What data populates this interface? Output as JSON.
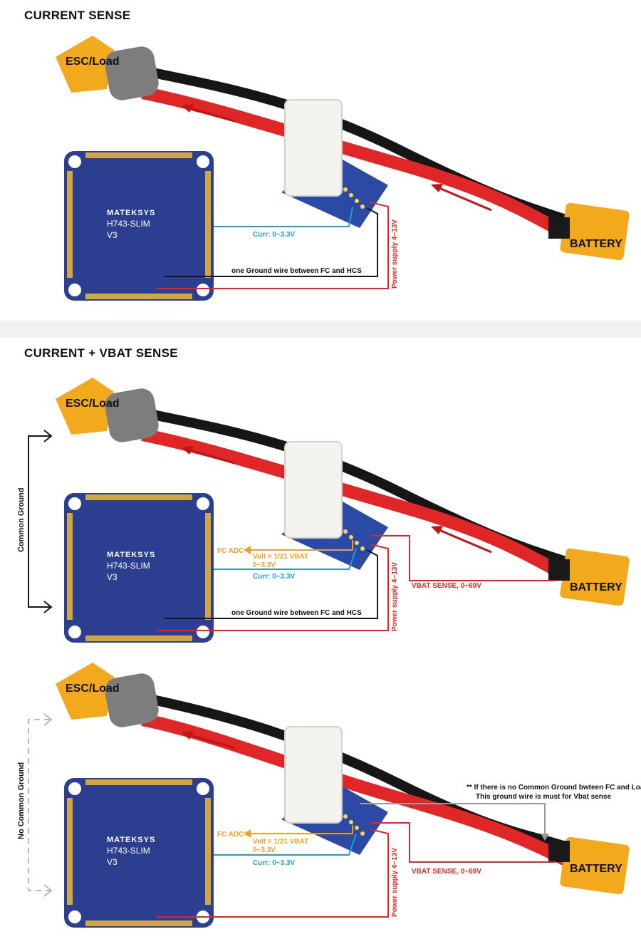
{
  "sections": [
    {
      "heading": "CURRENT SENSE",
      "esc_label": "ESC/Load",
      "battery_label": "BATTERY",
      "fc_brand": "MATEKSYS",
      "fc_model": "H743-SLIM",
      "fc_version": "V3",
      "curr_label": "Curr: 0~3.3V",
      "ground_label": "one Ground wire between FC and HCS",
      "power_label": "Power supply 4~13V"
    },
    {
      "heading": "CURRENT + VBAT SENSE",
      "esc_label": "ESC/Load",
      "battery_label": "BATTERY",
      "fc_brand": "MATEKSYS",
      "fc_model": "H743-SLIM",
      "fc_version": "V3",
      "fc_adc_label": "FC ADC",
      "volt_label_line1": "Volt = 1/21 VBAT",
      "volt_label_line2": "0~3.3V",
      "curr_label": "Curr: 0~3.3V",
      "ground_label": "one Ground wire between FC and HCS",
      "power_label": "Power supply 4~13V",
      "vbat_label": "VBAT SENSE, 0~69V",
      "common_ground_label": "Common Ground"
    },
    {
      "esc_label": "ESC/Load",
      "battery_label": "BATTERY",
      "fc_brand": "MATEKSYS",
      "fc_model": "H743-SLIM",
      "fc_version": "V3",
      "fc_adc_label": "FC ADC",
      "volt_label_line1": "Volt = 1/21 VBAT",
      "volt_label_line2": "0~3.3V",
      "curr_label": "Curr: 0~3.3V",
      "power_label": "Power supply 4~13V",
      "vbat_label": "VBAT SENSE, 0~69V",
      "no_common_ground_label": "No Common Ground",
      "note_line1": "** If there is no Common Ground bwteen FC and Load.",
      "note_line2": "This ground wire is must for Vbat sense"
    }
  ],
  "colors": {
    "fc_board": "#2c3e8f",
    "pad_gold": "#e3b23c",
    "connector_yellow": "#f2a91b",
    "wire_red": "#e02626",
    "wire_black": "#161616",
    "sensor_white": "#f3f2ee",
    "sensor_pcb": "#2a4aa5",
    "curr_blue": "#1ba0dd",
    "adc_orange": "#f0a020",
    "ground_gray": "#9a9a9a"
  }
}
